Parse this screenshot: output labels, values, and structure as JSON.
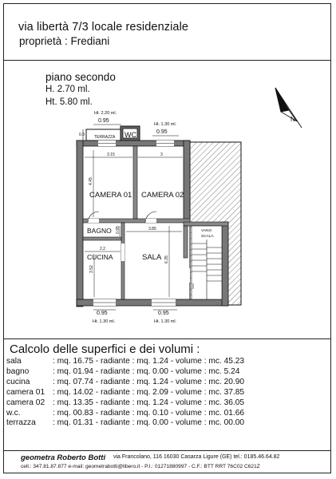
{
  "header": {
    "line1": "via libertà 7/3 locale residenziale",
    "line2": "proprietà : Frediani"
  },
  "floor": {
    "title": "piano secondo",
    "h1": "H. 2.70 ml.",
    "h2": "Ht. 5.80 ml."
  },
  "plan": {
    "dims": {
      "win_top_left_ht": "Ht. 2.20 ml.",
      "win_top_left_w": "0.95",
      "win_top_right_ht": "Ht. 1.30 ml.",
      "win_top_right_w": "0.95",
      "terrazza": "TERRAZZA",
      "wc": "WC",
      "c01_w": "3.15",
      "c02_w": "3",
      "c01_h": "4.45",
      "sala_w": "3.85",
      "sala_h": "6.35",
      "bagno_h": "0.95",
      "cucina_w": "2.2",
      "cucina_h": "3.52",
      "bot_left_w": "0.95",
      "bot_left_ht": "Ht. 1.30 ml.",
      "bot_right_w": "0.95",
      "bot_right_ht": "Ht. 1.30 ml.",
      "terrazza_side": "0.9"
    },
    "rooms": {
      "camera01": "CAMERA 01",
      "camera02": "CAMERA 02",
      "bagno": "BAGNO",
      "cucina": "CUCINA",
      "sala": "SALA",
      "vano1": "VANO",
      "vano2": "SCALA"
    },
    "north": "N"
  },
  "calc": {
    "title": "Calcolo delle superfici e dei volumi :",
    "rows": [
      {
        "name": "sala",
        "text": ": mq. 16.75  - radiante : mq. 1.24  - volume : mc. 45.23"
      },
      {
        "name": "bagno",
        "text": ": mq. 01.94  - radiante : mq. 0.00  - volume : mc. 5.24"
      },
      {
        "name": "cucina",
        "text": ": mq. 07.74  - radiante : mq. 1.24  - volume : mc. 20.90"
      },
      {
        "name": "camera 01",
        "text": ": mq. 14.02  - radiante : mq. 2.09  - volume : mc. 37.85"
      },
      {
        "name": "camera 02",
        "text": ": mq. 13.35  - radiante : mq. 1.24  - volume : mc. 36.05"
      },
      {
        "name": "w.c.",
        "text": ": mq. 00.83  - radiante : mq. 0.10  - volume : mc. 01.66"
      },
      {
        "name": "terrazza",
        "text": ": mq. 01.31  - radiante : mq. 0.00  - volume : mc. 00.00"
      }
    ]
  },
  "footer": {
    "name": "geometra Roberto Botti",
    "address": "via Francolano, 116  16030 Casarza Ligure (GE) tel.: 0185.46.64.82",
    "contacts": "cell.: 347.81.87.877  e-mail: geometrabotti@libero.it - P.I.: 01271880997 - C.F.: BTT RRT 76C02 C621Z"
  }
}
